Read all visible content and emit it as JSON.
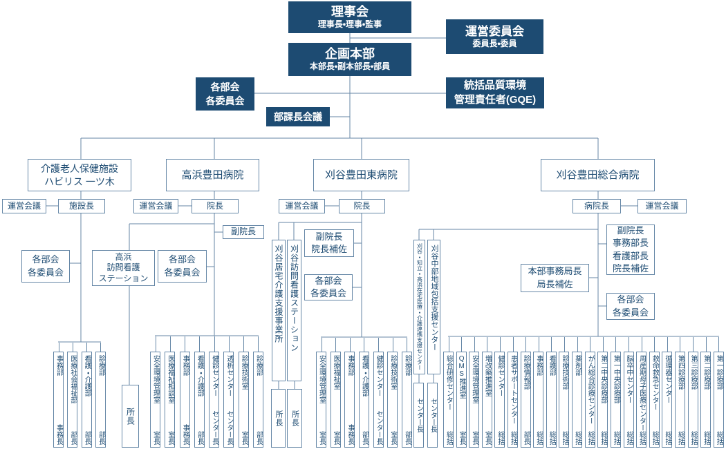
{
  "colors": {
    "navy_fill": "#1d4b72",
    "line": "#6486a6",
    "text_navy": "#1d4b72",
    "text_white": "#ffffff"
  },
  "labels": {
    "ops_council": "運営会議",
    "committees_line1": "各部会",
    "committees_line2": "各委員会"
  },
  "top": {
    "board": {
      "title": "理事会",
      "subtitle": "理事長・理事・監事"
    },
    "steering": {
      "title": "運営委員会",
      "subtitle": "委員長・委員"
    },
    "planning": {
      "title": "企画本部",
      "subtitle": "本部長・副本部長・部員"
    },
    "gqe": {
      "line1": "統括品質環境",
      "line2": "管理責任者(GQE)"
    },
    "committees": {
      "line1": "各部会",
      "line2": "各委員会"
    },
    "managers_meeting": "部課長会議"
  },
  "branches": [
    {
      "name_lines": [
        "介護老人保健施設",
        "ハビリス 一ツ木"
      ],
      "director": "施設長",
      "departments": [
        {
          "name": "事務部",
          "head": "事務長"
        },
        {
          "name": "医療社会福祉部",
          "head": "部長"
        },
        {
          "name": "看護・介護部",
          "head": "部長"
        },
        {
          "name": "診療部",
          "head": "部長"
        }
      ]
    },
    {
      "name": "高浜豊田病院",
      "director": "院長",
      "vice_director": "副院長",
      "station": {
        "line1": "高浜",
        "line2": "訪問看護",
        "line3": "ステーション",
        "head": "所長"
      },
      "departments": [
        {
          "name": "安全環境管理室",
          "head": "室長"
        },
        {
          "name": "医療福祉相談室",
          "head": "室長"
        },
        {
          "name": "事務部",
          "head": "事務長"
        },
        {
          "name": "看護・介護部",
          "head": "部長"
        },
        {
          "name": "健診センター",
          "head": "センター長"
        },
        {
          "name": "透析センター",
          "head": "センター長"
        },
        {
          "name": "診療技術室",
          "head": "室長"
        },
        {
          "name": "診療部",
          "head": "部長"
        }
      ]
    },
    {
      "name": "刈谷豊田東病院",
      "director": "院長",
      "vice_box": {
        "line1": "副院長",
        "line2": "院長補佐"
      },
      "side_units": [
        {
          "name": "刈谷居宅介護支援事業所",
          "head": "所長"
        },
        {
          "name": "刈谷訪問看護ステーション",
          "head": "所長"
        }
      ],
      "departments": [
        {
          "name": "安全環境管理室",
          "head": "室長"
        },
        {
          "name": "医療福祉室",
          "head": "室長"
        },
        {
          "name": "事務部",
          "head": "事務長"
        },
        {
          "name": "看護・介護部",
          "head": "部長"
        },
        {
          "name": "健診センター",
          "head": "センター長"
        },
        {
          "name": "診療技術室",
          "head": "室長"
        },
        {
          "name": "診療部",
          "head": "部長"
        }
      ]
    },
    {
      "name": "刈谷豊田総合病院",
      "director": "病院長",
      "exec_box": {
        "line1": "副院長",
        "line2": "事務部長",
        "line3": "看護部長",
        "line4": "院長補佐"
      },
      "hq_box": {
        "line1": "本部事務局長",
        "line2": "局長補佐"
      },
      "centers": [
        {
          "name": "刈谷・知立・高浜在宅医療・介護連携支援センター",
          "head": "センター長"
        },
        {
          "name": "刈谷中部地域包括支援センター",
          "head": "センター長"
        }
      ],
      "departments": [
        {
          "name": "総合研修センター",
          "head": "総括"
        },
        {
          "name": "QMS推進室",
          "head": "室長"
        },
        {
          "name": "安全環境管理室",
          "head": "室長"
        },
        {
          "name": "増改築推進室",
          "head": "室長"
        },
        {
          "name": "健診センター",
          "head": "総括"
        },
        {
          "name": "患者サポートセンター",
          "head": "総括"
        },
        {
          "name": "診療情報部",
          "head": "部長"
        },
        {
          "name": "事務部",
          "head": "総括"
        },
        {
          "name": "看護部",
          "head": "総括"
        },
        {
          "name": "診療技術部",
          "head": "総括"
        },
        {
          "name": "薬剤部",
          "head": "総括"
        },
        {
          "name": "がん総合診療センター",
          "head": "総括"
        },
        {
          "name": "第二中央診療部",
          "head": "総括"
        },
        {
          "name": "第一中央診療部",
          "head": "総括"
        },
        {
          "name": "脳卒中センター",
          "head": "総括"
        },
        {
          "name": "周産期母子医療センター",
          "head": "総括"
        },
        {
          "name": "救命救急センター",
          "head": "総括"
        },
        {
          "name": "循環器センター",
          "head": "総括"
        },
        {
          "name": "第四診療部",
          "head": "総括"
        },
        {
          "name": "第三診療部",
          "head": "総括"
        },
        {
          "name": "第二診療部",
          "head": "総括"
        },
        {
          "name": "第一診療部",
          "head": "総括"
        }
      ]
    }
  ]
}
